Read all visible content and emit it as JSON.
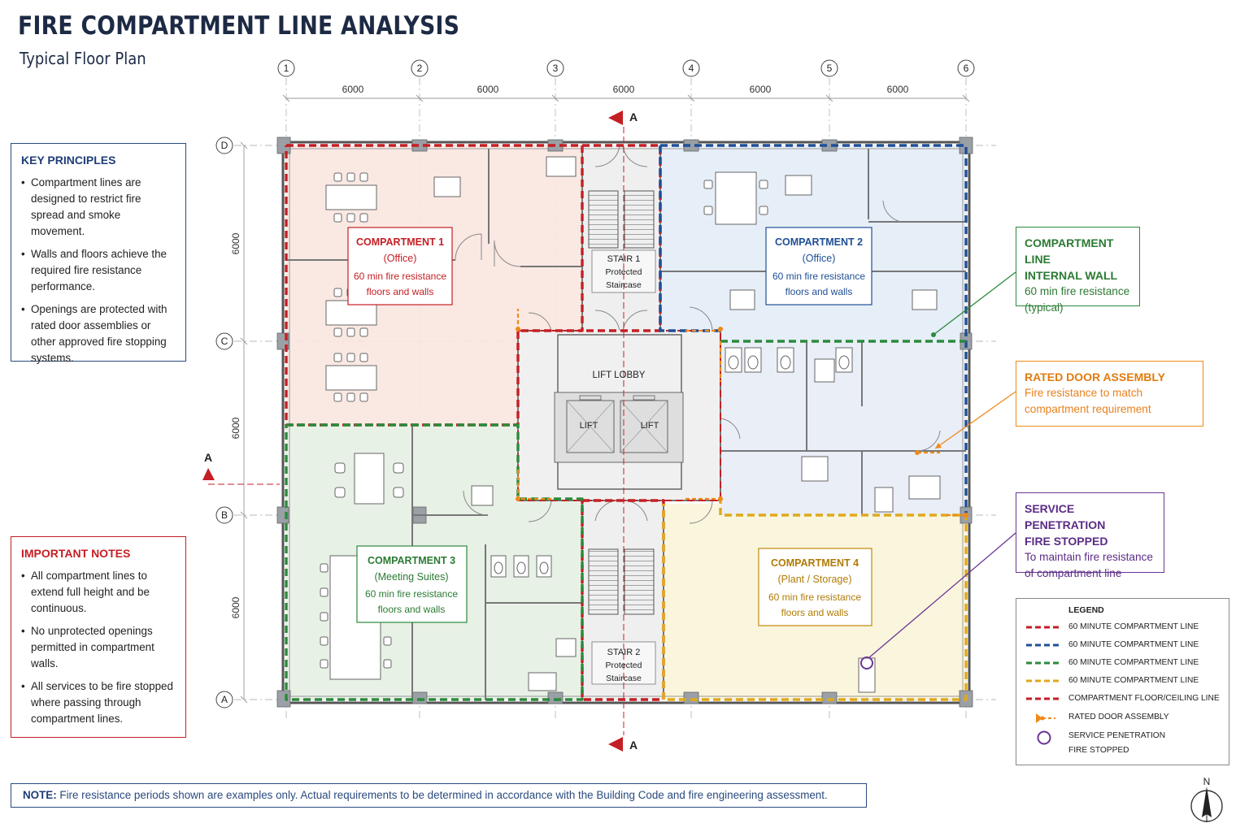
{
  "title": "FIRE COMPARTMENT LINE ANALYSIS",
  "subtitle": "Typical Floor Plan",
  "grid": {
    "columns": [
      "1",
      "2",
      "3",
      "4",
      "5",
      "6"
    ],
    "rows": [
      "D",
      "C",
      "B",
      "A"
    ],
    "col_dims": [
      "6000",
      "6000",
      "6000",
      "6000",
      "6000"
    ],
    "row_dims": [
      "6000",
      "6000",
      "6000"
    ]
  },
  "section_marker": "A",
  "compartments": [
    {
      "title": "COMPARTMENT 1",
      "use": "(Office)",
      "line1": "60 min fire resistance",
      "line2": "floors and walls",
      "color": "#c41f24"
    },
    {
      "title": "COMPARTMENT 2",
      "use": "(Office)",
      "line1": "60 min fire resistance",
      "line2": "floors and walls",
      "color": "#1f4f96"
    },
    {
      "title": "COMPARTMENT 3",
      "use": "(Meeting Suites)",
      "line1": "60 min fire resistance",
      "line2": "floors and walls",
      "color": "#2b8a3b"
    },
    {
      "title": "COMPARTMENT 4",
      "use": "(Plant / Storage)",
      "line1": "60 min fire resistance",
      "line2": "floors and walls",
      "color": "#c08a0a"
    }
  ],
  "core": {
    "stair1": [
      "STAIR 1",
      "Protected",
      "Staircase"
    ],
    "stair2": [
      "STAIR 2",
      "Protected",
      "Staircase"
    ],
    "lift_lobby": "LIFT LOBBY",
    "lift": "LIFT"
  },
  "key_principles": {
    "title": "KEY PRINCIPLES",
    "items": [
      "Compartment lines are designed to restrict fire spread and smoke movement.",
      "Walls and floors achieve the required fire resistance performance.",
      "Openings are protected with rated door assemblies or other approved fire stopping systems."
    ]
  },
  "important_notes": {
    "title": "IMPORTANT NOTES",
    "items": [
      "All compartment lines to extend full height and be continuous.",
      "No unprotected openings permitted in compartment walls.",
      "All services to be fire stopped where passing through compartment lines."
    ]
  },
  "callouts": {
    "internal_wall": {
      "title1": "COMPARTMENT LINE",
      "title2": "INTERNAL WALL",
      "body1": "60 min fire resistance",
      "body2": "(typical)"
    },
    "rated_door": {
      "title": "RATED DOOR ASSEMBLY",
      "body1": "Fire resistance to match",
      "body2": "compartment requirement"
    },
    "service": {
      "title1": "SERVICE PENETRATION",
      "title2": "FIRE STOPPED",
      "body1": "To maintain fire resistance",
      "body2": "of compartment line"
    }
  },
  "note": {
    "label": "NOTE:",
    "text": "Fire resistance periods shown are examples only. Actual requirements to be determined in accordance with the Building Code and fire engineering assessment."
  },
  "legend": {
    "title": "LEGEND",
    "items": [
      {
        "label": "60 MINUTE COMPARTMENT LINE",
        "color": "#c41f24",
        "kind": "dash"
      },
      {
        "label": "60 MINUTE COMPARTMENT LINE",
        "color": "#1f4f96",
        "kind": "dash"
      },
      {
        "label": "60 MINUTE COMPARTMENT LINE",
        "color": "#2b8a3b",
        "kind": "dash"
      },
      {
        "label": "60 MINUTE COMPARTMENT LINE",
        "color": "#e0a91c",
        "kind": "dash"
      },
      {
        "label": "COMPARTMENT FLOOR/CEILING LINE",
        "color": "#c41f24",
        "kind": "dash"
      },
      {
        "label": "RATED DOOR ASSEMBLY",
        "color": "#ef8a1a",
        "kind": "door"
      },
      {
        "label": "SERVICE PENETRATION",
        "label2": "FIRE STOPPED",
        "color": "#6a3594",
        "kind": "circle"
      }
    ]
  },
  "north": "N",
  "colors": {
    "red": "#c41f24",
    "blue": "#1f4f96",
    "green": "#2b8a3b",
    "yellow": "#e0a91c",
    "orange": "#ef8a1a",
    "purple": "#6a3594",
    "navy": "#1d2a44"
  }
}
